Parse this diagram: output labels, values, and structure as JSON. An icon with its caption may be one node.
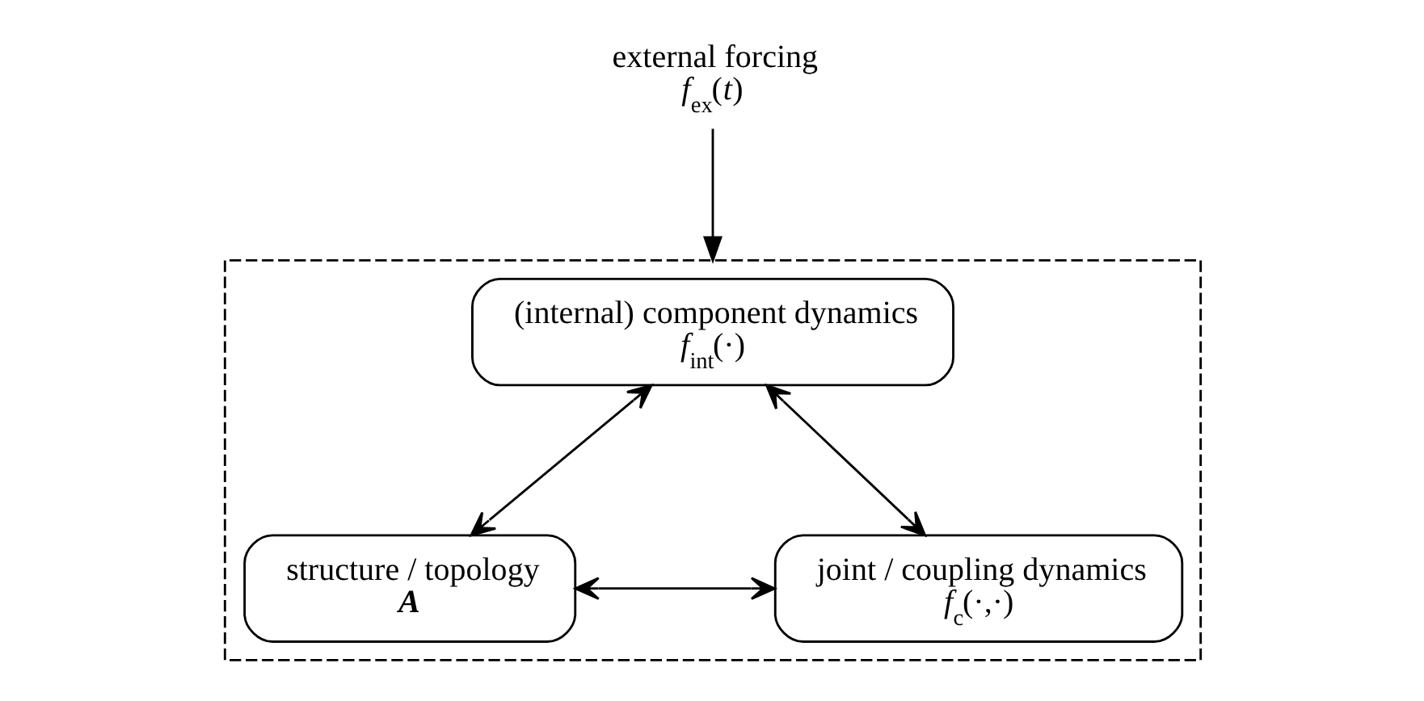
{
  "diagram": {
    "nodes": [
      {
        "text": [],
        "shape": "box"
      },
      {
        "text": [
          "(internal) component dynamics",
          "*f*$_{int}$(·)"
        ],
        "in": 0
      },
      {
        "text": [
          "structure / topology",
          "A"
        ],
        "in": 0
      },
      {
        "text": [
          "joint / coupling dynamics",
          "*f*$_{c}$(·,·)"
        ],
        "in": 0
      },
      {
        "text": [
          "external forcing",
          "*f*$_{ex}$(*t*)"
        ]
      }
    ],
    "edges": [
      {
        "from": 4,
        "to": 0,
        "arrow": "to"
      },
      {
        "from": 1,
        "to": 2,
        "arrow": "both"
      },
      {
        "from": 1,
        "to": 3,
        "arrow": "both"
      },
      {
        "from": 2,
        "to": 3,
        "arrow": "both"
      }
    ]
  }
}
